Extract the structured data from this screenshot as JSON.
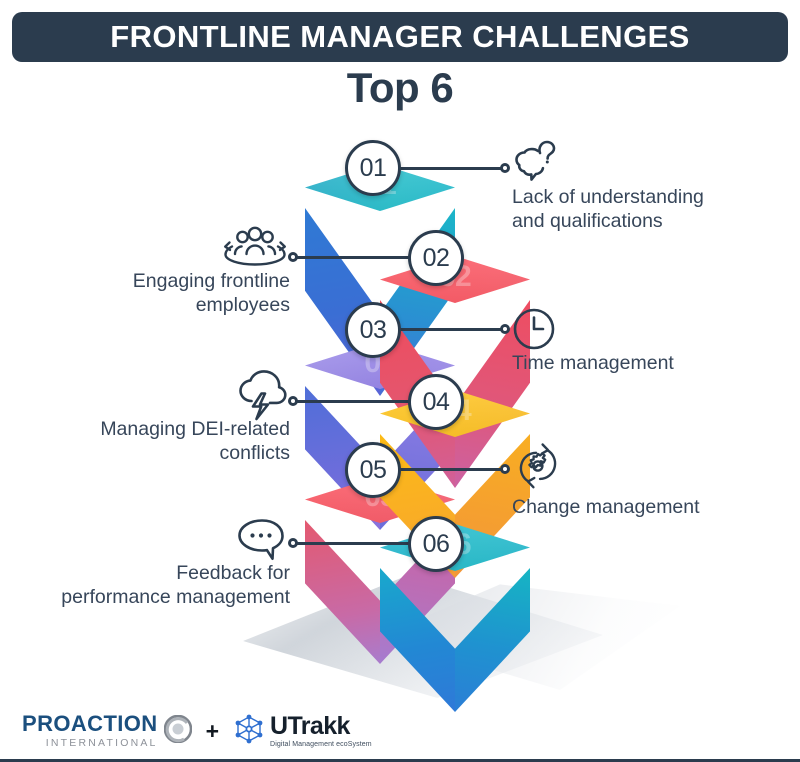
{
  "header": {
    "title": "FRONTLINE MANAGER CHALLENGES",
    "subtitle": "Top 6",
    "bar_color": "#2b3c4e"
  },
  "theme": {
    "ink": "#2b3c4e",
    "label_text": "#37465a",
    "background": "#ffffff"
  },
  "items": [
    {
      "number": "01",
      "label": "Lack of understanding\nand qualifications",
      "icon": "brain-question-icon",
      "side": "right",
      "cube_color_top": "#19b0c9",
      "cube_color_left": "#2f6fd0",
      "cube_color_right": "#17bcc6"
    },
    {
      "number": "02",
      "label": "Engaging frontline\nemployees",
      "icon": "people-group-icon",
      "side": "left",
      "cube_color_top": "#fb4e5a",
      "cube_color_left": "#f0505f",
      "cube_color_right": "#ef4b5b"
    },
    {
      "number": "03",
      "label": "Time management",
      "icon": "clock-icon",
      "side": "right",
      "cube_color_top": "#9a84e8",
      "cube_color_left": "#4f6fd8",
      "cube_color_right": "#8b7ae4"
    },
    {
      "number": "04",
      "label": "Managing DEI-related\nconflicts",
      "icon": "storm-cloud-icon",
      "side": "left",
      "cube_color_top": "#ffc313",
      "cube_color_left": "#f7b41a",
      "cube_color_right": "#f9b81c"
    },
    {
      "number": "05",
      "label": "Change management",
      "icon": "gear-refresh-icon",
      "side": "right",
      "cube_color_top": "#fb4e5a",
      "cube_color_left": "#d55f9a",
      "cube_color_right": "#f4555f"
    },
    {
      "number": "06",
      "label": "Feedback for\nperformance management",
      "icon": "speech-bubble-icon",
      "side": "left",
      "cube_color_top": "#18b3cd",
      "cube_color_left": "#2f79d8",
      "cube_color_right": "#16b4c4"
    }
  ],
  "footer": {
    "proaction_main": "PROACTION",
    "proaction_sub": "INTERNATIONAL",
    "plus": "+",
    "utrakk_main": "UTrakk",
    "utrakk_sub": "Digital Management ecoSystem"
  }
}
